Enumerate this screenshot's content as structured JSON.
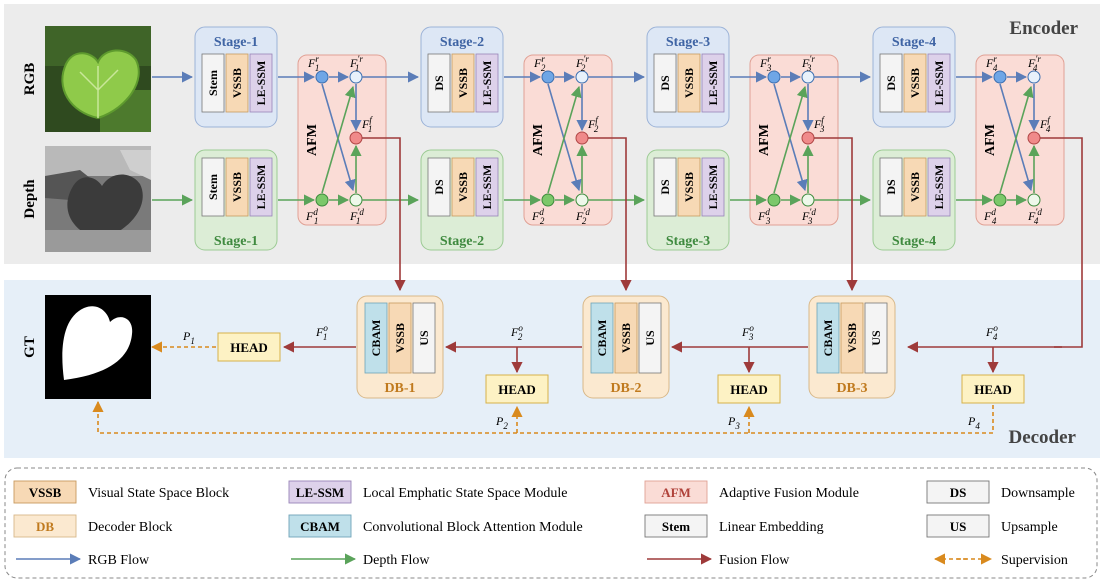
{
  "encoder_title": "Encoder",
  "decoder_title": "Decoder",
  "row_labels": {
    "rgb": "RGB",
    "depth": "Depth",
    "gt": "GT"
  },
  "stage_titles": [
    "Stage-1",
    "Stage-2",
    "Stage-3",
    "Stage-4"
  ],
  "block_names": {
    "stem": "Stem",
    "ds": "DS",
    "vssb": "VSSB",
    "lessm": "LE-SSM",
    "afm": "AFM",
    "cbam": "CBAM",
    "us": "US",
    "head": "HEAD"
  },
  "decoder_blocks": [
    "DB-1",
    "DB-2",
    "DB-3"
  ],
  "afm_nodes": [
    {
      "fr": "F",
      "fr_sup": "r",
      "fr_sub": "1",
      "ftr": "F",
      "ftr_sup": "′r",
      "ftr_sub": "1",
      "ff": "F",
      "ff_sup": "f",
      "ff_sub": "1",
      "fd": "F",
      "fd_sup": "d",
      "fd_sub": "1",
      "ftd": "F",
      "ftd_sup": "′d",
      "ftd_sub": "1"
    },
    {
      "fr": "F",
      "fr_sup": "r",
      "fr_sub": "2",
      "ftr": "F",
      "ftr_sup": "′r",
      "ftr_sub": "2",
      "ff": "F",
      "ff_sup": "f",
      "ff_sub": "2",
      "fd": "F",
      "fd_sup": "d",
      "fd_sub": "2",
      "ftd": "F",
      "ftd_sup": "′d",
      "ftd_sub": "2"
    },
    {
      "fr": "F",
      "fr_sup": "r",
      "fr_sub": "3",
      "ftr": "F",
      "ftr_sup": "′r",
      "ftr_sub": "3",
      "ff": "F",
      "ff_sup": "f",
      "ff_sub": "3",
      "fd": "F",
      "fd_sup": "d",
      "fd_sub": "3",
      "ftd": "F",
      "ftd_sup": "′d",
      "ftd_sub": "3"
    },
    {
      "fr": "F",
      "fr_sup": "r",
      "fr_sub": "4",
      "ftr": "F",
      "ftr_sup": "′r",
      "ftr_sub": "4",
      "ff": "F",
      "ff_sup": "f",
      "ff_sub": "4",
      "fd": "F",
      "fd_sup": "d",
      "fd_sub": "4",
      "ftd": "F",
      "ftd_sup": "′d",
      "ftd_sub": "4"
    }
  ],
  "decoder_features": [
    {
      "main": "F",
      "sup": "o",
      "sub": "1"
    },
    {
      "main": "F",
      "sup": "o",
      "sub": "2"
    },
    {
      "main": "F",
      "sup": "o",
      "sub": "3"
    },
    {
      "main": "F",
      "sup": "o",
      "sub": "4"
    }
  ],
  "predictions": [
    {
      "main": "P",
      "sub": "1"
    },
    {
      "main": "P",
      "sub": "2"
    },
    {
      "main": "P",
      "sub": "3"
    },
    {
      "main": "P",
      "sub": "4"
    }
  ],
  "legend": {
    "items": [
      {
        "key": "VSSB",
        "desc": "Visual State Space Block"
      },
      {
        "key": "LE-SSM",
        "desc": "Local Emphatic State Space Module"
      },
      {
        "key": "AFM",
        "desc": "Adaptive Fusion Module"
      },
      {
        "key": "DS",
        "desc": "Downsample"
      },
      {
        "key": "DB",
        "desc": "Decoder Block"
      },
      {
        "key": "CBAM",
        "desc": "Convolutional Block Attention Module"
      },
      {
        "key": "Stem",
        "desc": "Linear Embedding"
      },
      {
        "key": "US",
        "desc": "Upsample"
      }
    ],
    "flows": [
      {
        "desc": "RGB Flow"
      },
      {
        "desc": "Depth Flow"
      },
      {
        "desc": "Fusion Flow"
      },
      {
        "desc": "Supervision"
      }
    ]
  },
  "colors": {
    "rgb_flow": "#5b7db8",
    "depth_flow": "#5aa35a",
    "fusion_flow": "#9e3a3a",
    "supervision": "#d98a1e",
    "stage_rgb_bg": "#dde7f5",
    "stage_depth_bg": "#dcedd6",
    "afm_bg": "#fadcd6",
    "vssb_bg": "#f7d9b5",
    "lessm_bg": "#ddd1ea",
    "cbam_bg": "#bfe0ea",
    "db_bg": "#fbe9d0",
    "head_bg": "#fdf2c4",
    "encoder_bg": "#ececec",
    "decoder_bg": "#e6eff8"
  }
}
